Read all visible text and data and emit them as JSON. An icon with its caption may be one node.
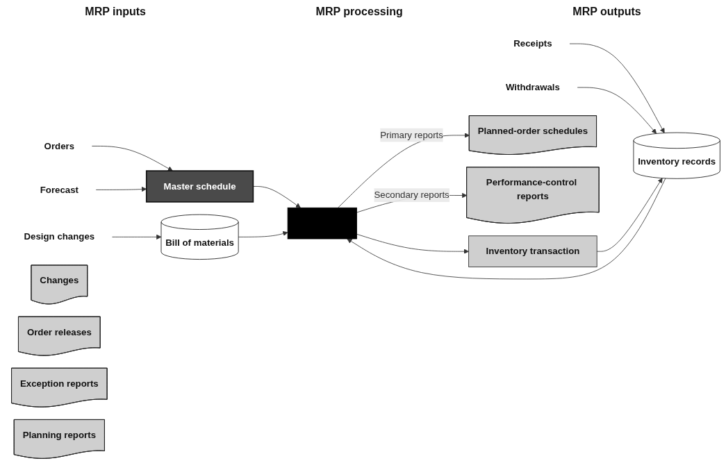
{
  "diagram": {
    "nodes": [
      {
        "text": [
          "Orders"
        ]
      },
      {
        "text": [
          "Forecast"
        ]
      },
      {
        "text": [
          "Master schedule"
        ]
      },
      {
        "text": [
          "Design changes"
        ]
      },
      {
        "text": [
          "Bill of materials"
        ]
      },
      {
        "text": [
          "Receipts"
        ]
      },
      {
        "text": [
          "Withdrawals"
        ]
      },
      {
        "text": [
          "Inventory records"
        ]
      },
      {
        "text": [],
        "shape": "box"
      },
      {
        "text": [
          "Changes"
        ]
      },
      {
        "text": [
          "Order releases"
        ]
      },
      {
        "text": [
          "Planned-order schedules"
        ]
      },
      {
        "text": [
          "Exception reports"
        ]
      },
      {
        "text": [
          "Planning reports"
        ]
      },
      {
        "text": [
          "Performance-control reports"
        ]
      },
      {
        "text": [
          "Inventory transaction"
        ]
      }
    ],
    "edges": [
      {
        "from": 0,
        "to": 2,
        "arrow": "to"
      },
      {
        "from": 1,
        "to": 2,
        "arrow": "to"
      },
      {
        "from": 3,
        "to": 4,
        "arrow": "to"
      },
      {
        "from": 5,
        "to": 7,
        "arrow": "to"
      },
      {
        "from": 6,
        "to": 7,
        "arrow": "to"
      },
      {
        "from": 2,
        "to": 8,
        "arrow": "to"
      },
      {
        "from": 4,
        "to": 8,
        "arrow": "to"
      },
      {
        "from": 7,
        "to": 8,
        "arrow": "to"
      },
      {
        "from": 8,
        "to": 11,
        "arrow": "to",
        "label": "Primary reports"
      },
      {
        "from": 8,
        "to": 14,
        "arrow": "to",
        "label": "Secondary reports"
      },
      {
        "from": 8,
        "to": 15,
        "arrow": "to"
      },
      {
        "from": 15,
        "to": 7,
        "arrow": "to"
      }
    ],
    "labels": [
      "MRP inputs",
      "MRP processing",
      "MRP outputs"
    ]
  }
}
